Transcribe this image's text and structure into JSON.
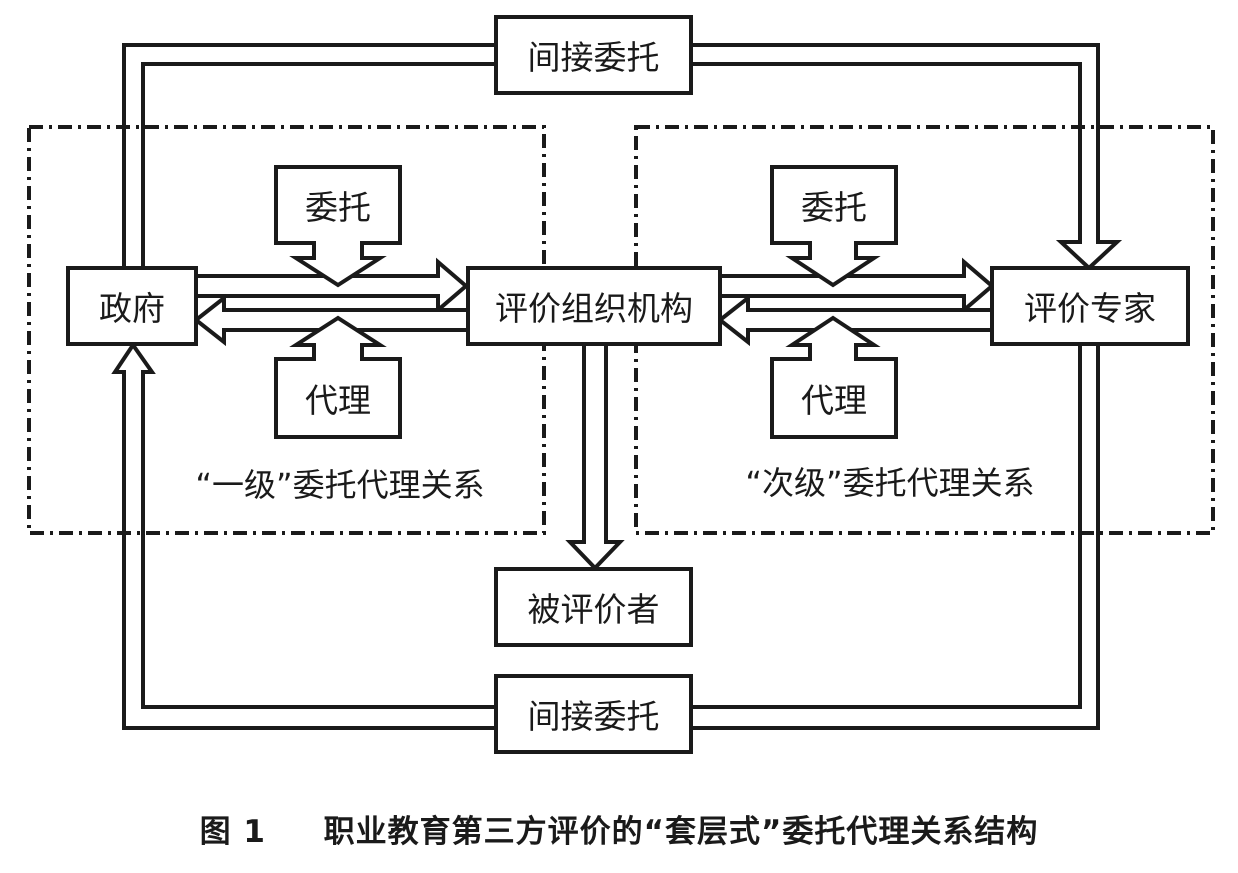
{
  "nodes": {
    "government": "政府",
    "evaluation_org": "评价组织机构",
    "evaluation_expert": "评价专家",
    "evaluatee": "被评价者",
    "indirect_top": "间接委托",
    "indirect_bottom": "间接委托",
    "entrust_left": "委托",
    "agent_left": "代理",
    "entrust_right": "委托",
    "agent_right": "代理"
  },
  "groups": {
    "primary": "“一级”委托代理关系",
    "secondary": "“次级”委托代理关系"
  },
  "caption": {
    "number": "图 1",
    "text": "职业教育第三方评价的“套层式”委托代理关系结构"
  }
}
